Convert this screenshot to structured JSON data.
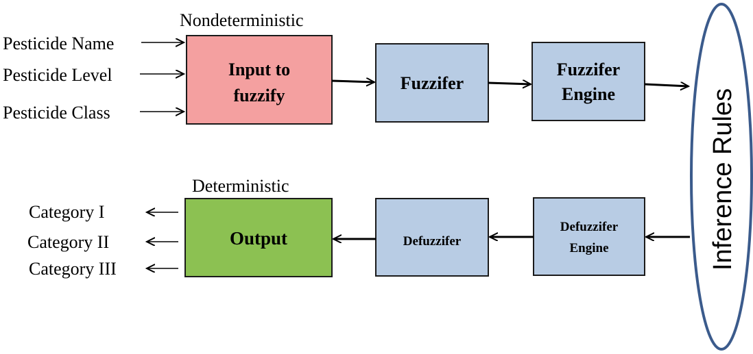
{
  "colors": {
    "input_box": "#f4a0a0",
    "process_box": "#b8cce4",
    "output_box": "#8cc152",
    "ellipse_stroke": "#3b5b8c"
  },
  "headers": {
    "top": "Nondeterministic",
    "bottom": "Deterministic"
  },
  "inputs": [
    "Pesticide Name",
    "Pesticide Level",
    "Pesticide Class"
  ],
  "outputs": [
    "Category I",
    "Category II",
    "Category III"
  ],
  "boxes": {
    "input_line1": "Input to",
    "input_line2": "fuzzify",
    "fuzzifier": "Fuzzifer",
    "fuzzifier_engine_line1": "Fuzzifer",
    "fuzzifier_engine_line2": "Engine",
    "defuzzifier_engine_line1": "Defuzzifer",
    "defuzzifier_engine_line2": "Engine",
    "defuzzifier": "Defuzzifer",
    "output": "Output"
  },
  "inference": "Inference Rules"
}
